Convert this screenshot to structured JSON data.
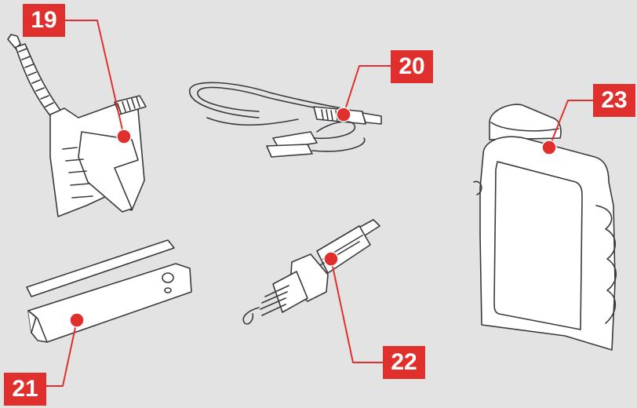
{
  "colors": {
    "background": "#e3e3e3",
    "callout": "#e0302d",
    "callout_text": "#ffffff",
    "line_art": "#3a3a3a",
    "fill": "#ffffff"
  },
  "callouts": {
    "c19": "19",
    "c20": "20",
    "c21": "21",
    "c22": "22",
    "c23": "23"
  },
  "items": [
    {
      "icon": "oil-filler-bottle-icon",
      "label_ref": "19"
    },
    {
      "icon": "battery-charging-cable-icon",
      "label_ref": "20"
    },
    {
      "icon": "spark-plug-wrench-icon",
      "label_ref": "21"
    },
    {
      "icon": "spark-plug-icon",
      "label_ref": "22"
    },
    {
      "icon": "engine-oil-bottle-icon",
      "label_ref": "23"
    }
  ]
}
